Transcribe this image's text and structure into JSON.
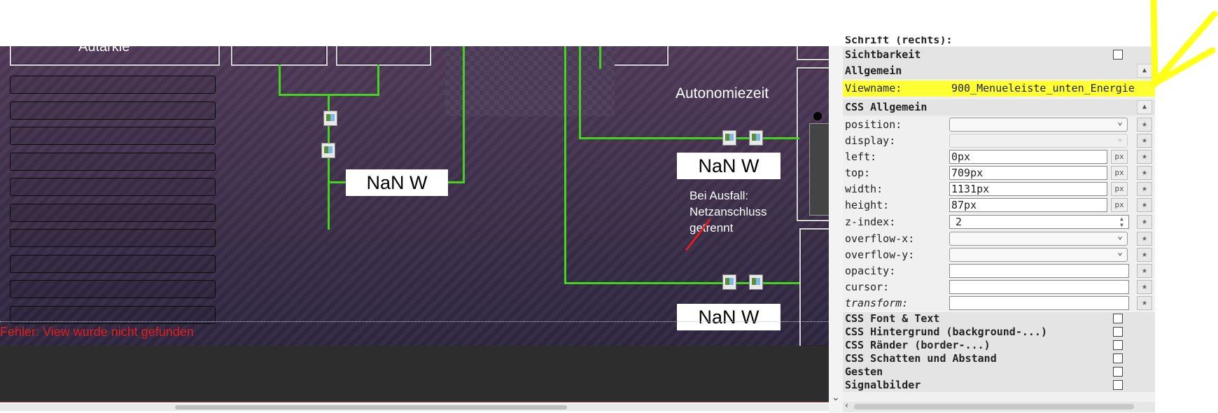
{
  "canvas": {
    "autarkie_label": "Autarkie",
    "autonomie_label": "Autonomiezeit",
    "value_1": "NaN W",
    "value_2": "NaN W",
    "value_3": "NaN W",
    "ausfall_lines": [
      "Bei Ausfall:",
      "Netzanschluss",
      "getrennt"
    ],
    "error_text": "Fehler: View wurde nicht gefunden",
    "line_color": "#43d51d",
    "error_color": "#e11d1d"
  },
  "panel": {
    "partial_top_label": "Schrift (rechts):",
    "sichtbarkeit": "Sichtbarkeit",
    "allgemein": "Allgemein",
    "viewname_label": "Viewname:",
    "viewname_value": "900_Menueleiste_unten_Energie",
    "css_allgemein": "CSS Allgemein",
    "fields": [
      {
        "label": "position:",
        "type": "select",
        "value": ""
      },
      {
        "label": "display:",
        "type": "select",
        "value": ""
      },
      {
        "label": "left:",
        "type": "px",
        "value": "0px"
      },
      {
        "label": "top:",
        "type": "px",
        "value": "709px"
      },
      {
        "label": "width:",
        "type": "px",
        "value": "1131px"
      },
      {
        "label": "height:",
        "type": "px",
        "value": "87px"
      },
      {
        "label": "z-index:",
        "type": "number",
        "value": "2"
      },
      {
        "label": "overflow-x:",
        "type": "select",
        "value": ""
      },
      {
        "label": "overflow-y:",
        "type": "select",
        "value": ""
      },
      {
        "label": "opacity:",
        "type": "text",
        "value": ""
      },
      {
        "label": "cursor:",
        "type": "text",
        "value": ""
      },
      {
        "label": "transform:",
        "type": "text",
        "value": ""
      }
    ],
    "px_unit": "px",
    "sections": [
      "CSS Font & Text",
      "CSS Hintergrund (background-...)",
      "CSS Ränder (border-...)",
      "CSS Schatten und Abstand",
      "Gesten",
      "Signalbilder"
    ],
    "highlight_color": "#ffff33"
  }
}
